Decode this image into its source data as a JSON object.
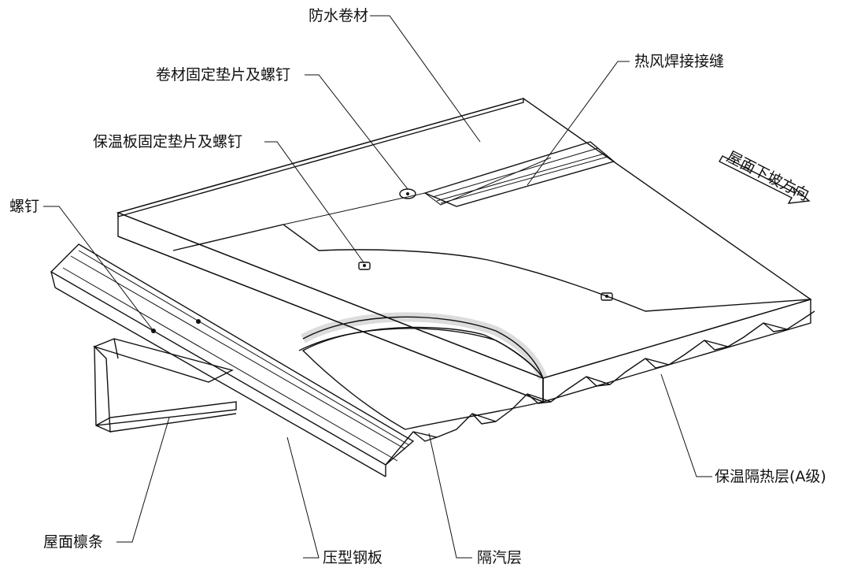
{
  "labels": {
    "waterproof_membrane": "防水卷材",
    "membrane_washer_screw": "卷材固定垫片及螺钉",
    "hot_air_weld_seam": "热风焊接接缝",
    "insulation_board_washer_screw": "保温板固定垫片及螺钉",
    "screw": "螺钉",
    "roof_purlin": "屋面檩条",
    "profiled_steel_sheet": "压型钢板",
    "vapor_barrier": "隔汽层",
    "insulation_layer": "保温隔热层(A级)",
    "slope_direction": "屋面下坡方向"
  },
  "colors": {
    "line": "#111111",
    "background": "#ffffff"
  }
}
